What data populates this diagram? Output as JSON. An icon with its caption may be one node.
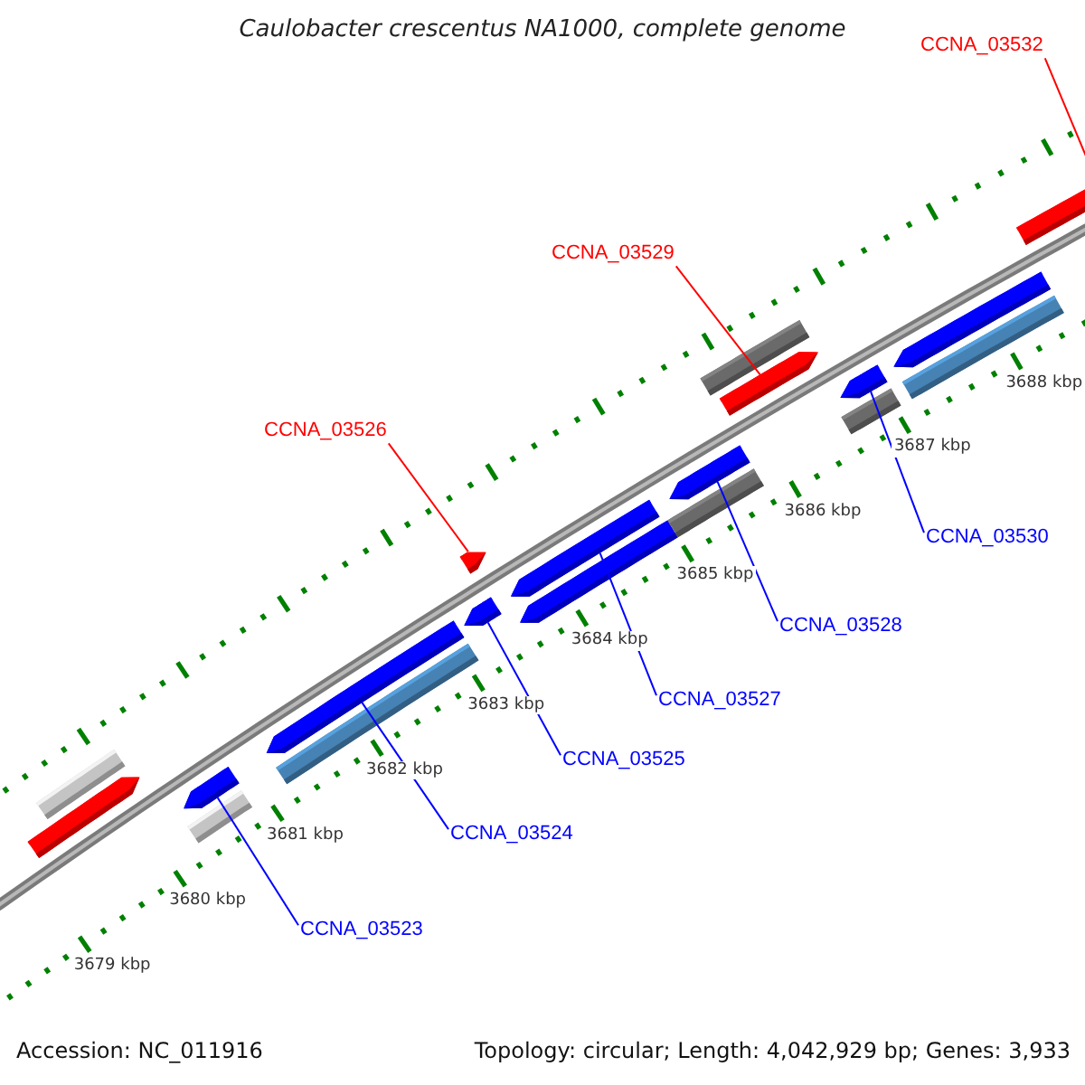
{
  "diagram": {
    "title": "Caulobacter crescentus NA1000, complete genome",
    "nodes": [
      {
        "text": [
          "CCNA_03532"
        ]
      },
      {
        "text": [
          "CCNA_03529"
        ]
      },
      {
        "text": [
          "CCNA_03526"
        ]
      },
      {
        "text": [
          "CCNA_03530"
        ]
      },
      {
        "text": [
          "CCNA_03528"
        ]
      },
      {
        "text": [
          "CCNA_03527"
        ]
      },
      {
        "text": [
          "CCNA_03525"
        ]
      },
      {
        "text": [
          "CCNA_03524"
        ]
      },
      {
        "text": [
          "CCNA_03523"
        ]
      },
      {
        "text": [],
        "shape": "bar"
      },
      {
        "text": [],
        "shape": "bar"
      },
      {
        "text": [],
        "shape": "bar"
      },
      {
        "text": [],
        "shape": "bar"
      },
      {
        "text": [],
        "shape": "bar"
      },
      {
        "text": [],
        "shape": "bar"
      },
      {
        "text": [],
        "shape": "bar"
      },
      {
        "text": [],
        "shape": "bar"
      },
      {
        "text": [],
        "shape": "bar"
      },
      {
        "text": [],
        "shape": "bar"
      },
      {
        "text": [],
        "shape": "bar"
      },
      {
        "text": [],
        "shape": "bar"
      },
      {
        "text": [],
        "shape": "bar"
      },
      {
        "text": [],
        "shape": "bar"
      },
      {
        "text": [],
        "shape": "bar"
      },
      {
        "text": [],
        "shape": "bar"
      },
      {
        "text": [],
        "shape": "bar"
      },
      {
        "text": [],
        "shape": "bar"
      },
      {
        "text": [],
        "shape": "bar"
      }
    ],
    "edges": [
      {
        "from": 0,
        "to": 27,
        "arrow": "none",
        "color": "#ff0000"
      },
      {
        "from": 1,
        "to": 22,
        "arrow": "none",
        "color": "#ff0000"
      },
      {
        "from": 2,
        "to": 16,
        "arrow": "none",
        "color": "#ff0000"
      },
      {
        "from": 3,
        "to": 23,
        "arrow": "none"
      },
      {
        "from": 4,
        "to": 19,
        "arrow": "none"
      },
      {
        "from": 5,
        "to": 17,
        "arrow": "none"
      },
      {
        "from": 6,
        "to": 15,
        "arrow": "none"
      },
      {
        "from": 7,
        "to": 13,
        "arrow": "none"
      },
      {
        "from": 8,
        "to": 11,
        "arrow": "none"
      }
    ],
    "labels": [
      "3679 kbp",
      "3680 kbp",
      "3681 kbp",
      "3682 kbp",
      "3683 kbp",
      "3684 kbp",
      "3685 kbp",
      "3686 kbp",
      "3687 kbp",
      "3688 kbp",
      "Accession: NC_011916",
      "Topology: circular; Length: 4,042,929 bp; Genes: 3,933"
    ]
  }
}
